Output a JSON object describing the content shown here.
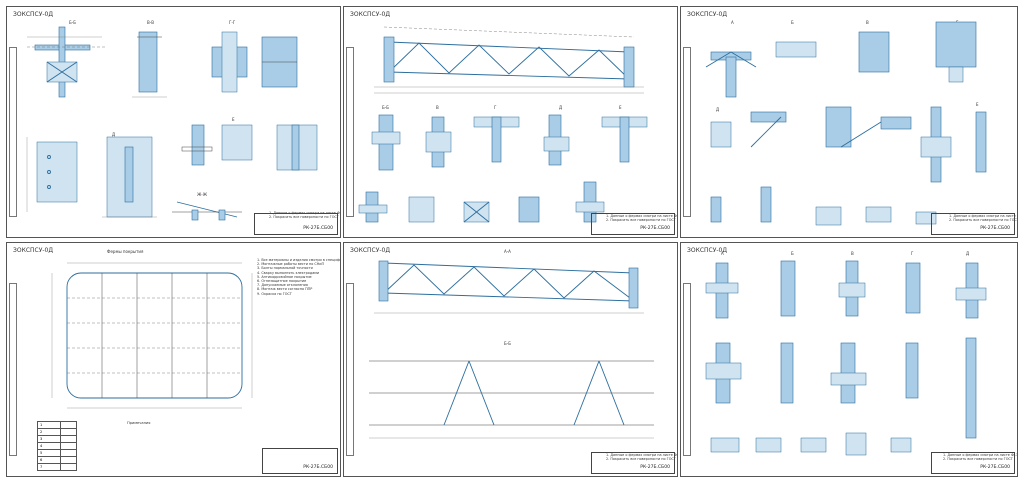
{
  "sheets": [
    {
      "id": "s1",
      "header": "ЗОКСПСУ-0Д",
      "stamp": "РК-27Б.СБ00"
    },
    {
      "id": "s2",
      "header": "ЗОКСПСУ-0Д",
      "stamp": "РК-27Б.СБ00"
    },
    {
      "id": "s3",
      "header": "ЗОКСПСУ-0Д",
      "stamp": "РК-27Б.СБ00"
    },
    {
      "id": "s4",
      "header": "ЗОКСПСУ-0Д",
      "stamp": "РК-27Б.СБ00"
    },
    {
      "id": "s5",
      "header": "ЗОКСПСУ-0Д",
      "stamp": "РК-27Б.СБ00"
    },
    {
      "id": "s6",
      "header": "ЗОКСПСУ-0Д",
      "stamp": "РК-27Б.СБ00"
    }
  ],
  "s1_labels": [
    "Б-Б",
    "В-В",
    "Г-Г",
    "Д",
    "Е",
    "Ж-Ж"
  ],
  "s2_labels": [
    "Б-Б",
    "В",
    "Г",
    "Д",
    "Е"
  ],
  "s3_labels": [
    "А",
    "Б",
    "В",
    "Г",
    "Д",
    "Е"
  ],
  "s4_title": "Фермы покрытия",
  "s5_labels": [
    "А-А",
    "Б-Б"
  ],
  "s6_labels": [
    "А",
    "Б",
    "В",
    "Г",
    "Д"
  ],
  "notes_header": "Примечания",
  "table_rows": [
    "1",
    "2",
    "3",
    "4",
    "5",
    "6",
    "7"
  ]
}
